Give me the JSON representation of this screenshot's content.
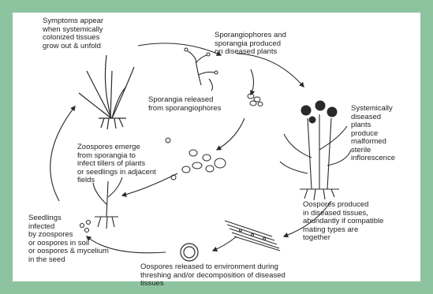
{
  "diagram": {
    "colors": {
      "frame": "#8dc49f",
      "ink": "#2a2a2a",
      "background": "#ffffff"
    },
    "labels": {
      "symptoms": "Symptoms appear\nwhen systemically\ncolonized tissues\ngrow out & unfold",
      "sporangiophores": "Sporangiophores and\nsporangia produced\non diseased plants",
      "sporangia_released": "Sporangia released\nfrom sporangiophores",
      "systemically_diseased": "Systemically\ndiseased\nplants\nproduce\nmalformed\nsterile\ninflorescence",
      "zoospores": "Zoospores emerge\nfrom sporangia to\ninfect tillers of plants\nor seedlings in adjacent\nfields",
      "oospores_produced": "Oospores produced\nin diseased tissues,\nabundantly if compatible\nmating types are\ntogether",
      "seedlings": "Seedlings\ninfected\nby zoospores\nor oospores in soil\nor oospores & mycelium\nin the seed",
      "oospores_released": "Oospores released to environment during\nthreshing and/or decomposition of diseased\ntissues"
    }
  }
}
